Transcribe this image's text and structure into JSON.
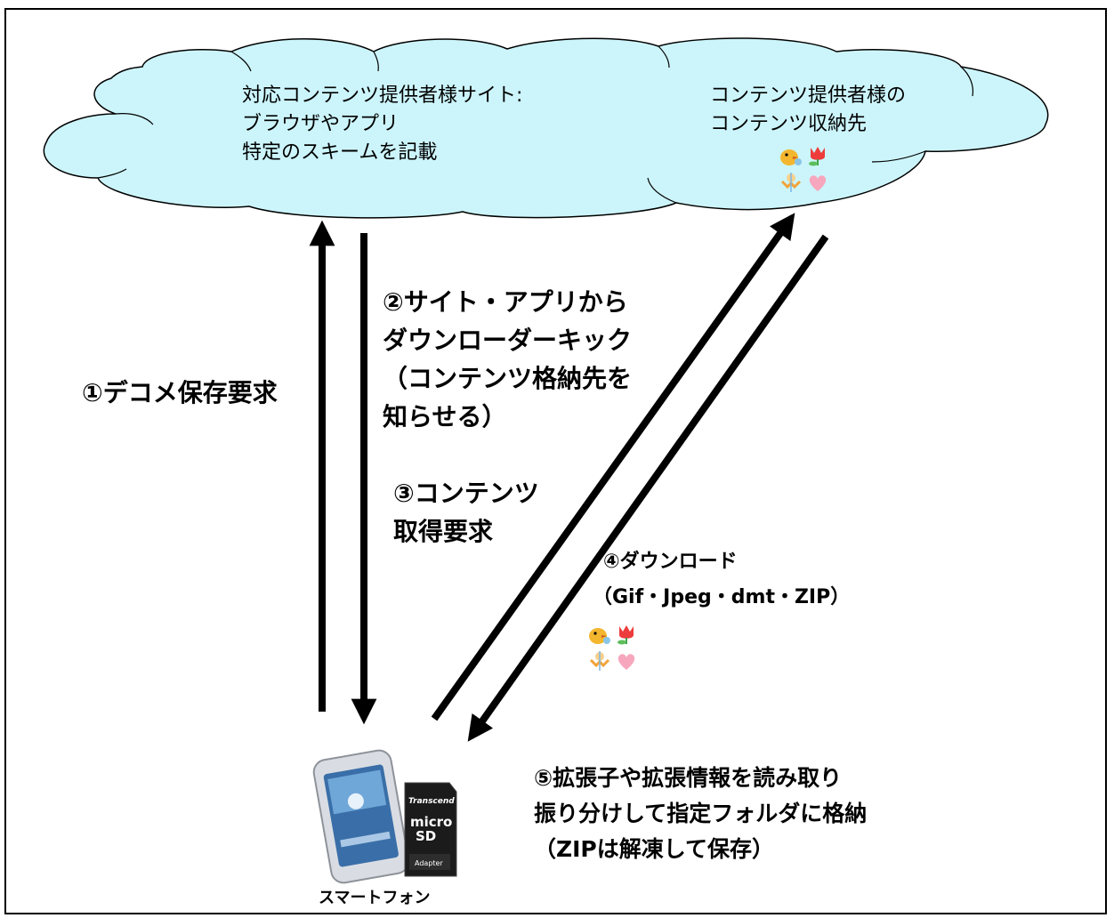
{
  "cloud_left": {
    "lines": [
      "対応コンテンツ提供者様サイト:",
      "ブラウザやアプリ",
      "特定のスキームを記載"
    ]
  },
  "cloud_right": {
    "lines": [
      "コンテンツ提供者様の",
      "コンテンツ収納先"
    ]
  },
  "step1": {
    "label": "①デコメ保存要求"
  },
  "step2": {
    "lines": [
      "②サイト・アプリから",
      "ダウンローダーキック",
      "（コンテンツ格納先を",
      "知らせる）"
    ]
  },
  "step3": {
    "lines": [
      "③コンテンツ",
      "取得要求"
    ]
  },
  "step4": {
    "lines": [
      "④ダウンロード",
      "（Gif・Jpeg・dmt・ZIP）"
    ]
  },
  "step5": {
    "lines": [
      "⑤拡張子や拡張情報を読み取り",
      "振り分けして指定フォルダに格納",
      "（ZIPは解凍して保存）"
    ]
  },
  "phone": {
    "label": "スマートフォン"
  },
  "sd_card": {
    "brand": "Transcend",
    "type_top": "micro",
    "type_bottom": "SD",
    "adapter": "Adapter"
  },
  "colors": {
    "cloud_fill": "#ccf5fb",
    "cloud_stroke": "#000000",
    "arrow": "#000000"
  },
  "icons": [
    "chick-icon",
    "tulip-icon",
    "cupid-icon",
    "heart-icon"
  ]
}
